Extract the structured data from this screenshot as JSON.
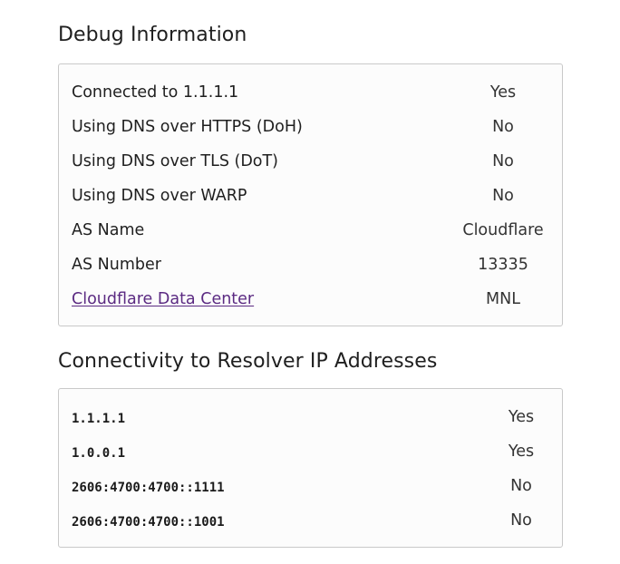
{
  "debug": {
    "title": "Debug Information",
    "rows": [
      {
        "label": "Connected to 1.1.1.1",
        "value": "Yes"
      },
      {
        "label": "Using DNS over HTTPS (DoH)",
        "value": "No"
      },
      {
        "label": "Using DNS over TLS (DoT)",
        "value": "No"
      },
      {
        "label": "Using DNS over WARP",
        "value": "No"
      },
      {
        "label": "AS Name",
        "value": "Cloudflare"
      },
      {
        "label": "AS Number",
        "value": "13335"
      },
      {
        "label": "Cloudflare Data Center",
        "value": "MNL"
      }
    ]
  },
  "connectivity": {
    "title": "Connectivity to Resolver IP Addresses",
    "rows": [
      {
        "address": "1.1.1.1",
        "value": "Yes"
      },
      {
        "address": "1.0.0.1",
        "value": "Yes"
      },
      {
        "address": "2606:4700:4700::1111",
        "value": "No"
      },
      {
        "address": "2606:4700:4700::1001",
        "value": "No"
      }
    ]
  },
  "colors": {
    "link": "#5b2a82",
    "border": "#c9c9c9",
    "card_bg": "#fcfcfc"
  }
}
